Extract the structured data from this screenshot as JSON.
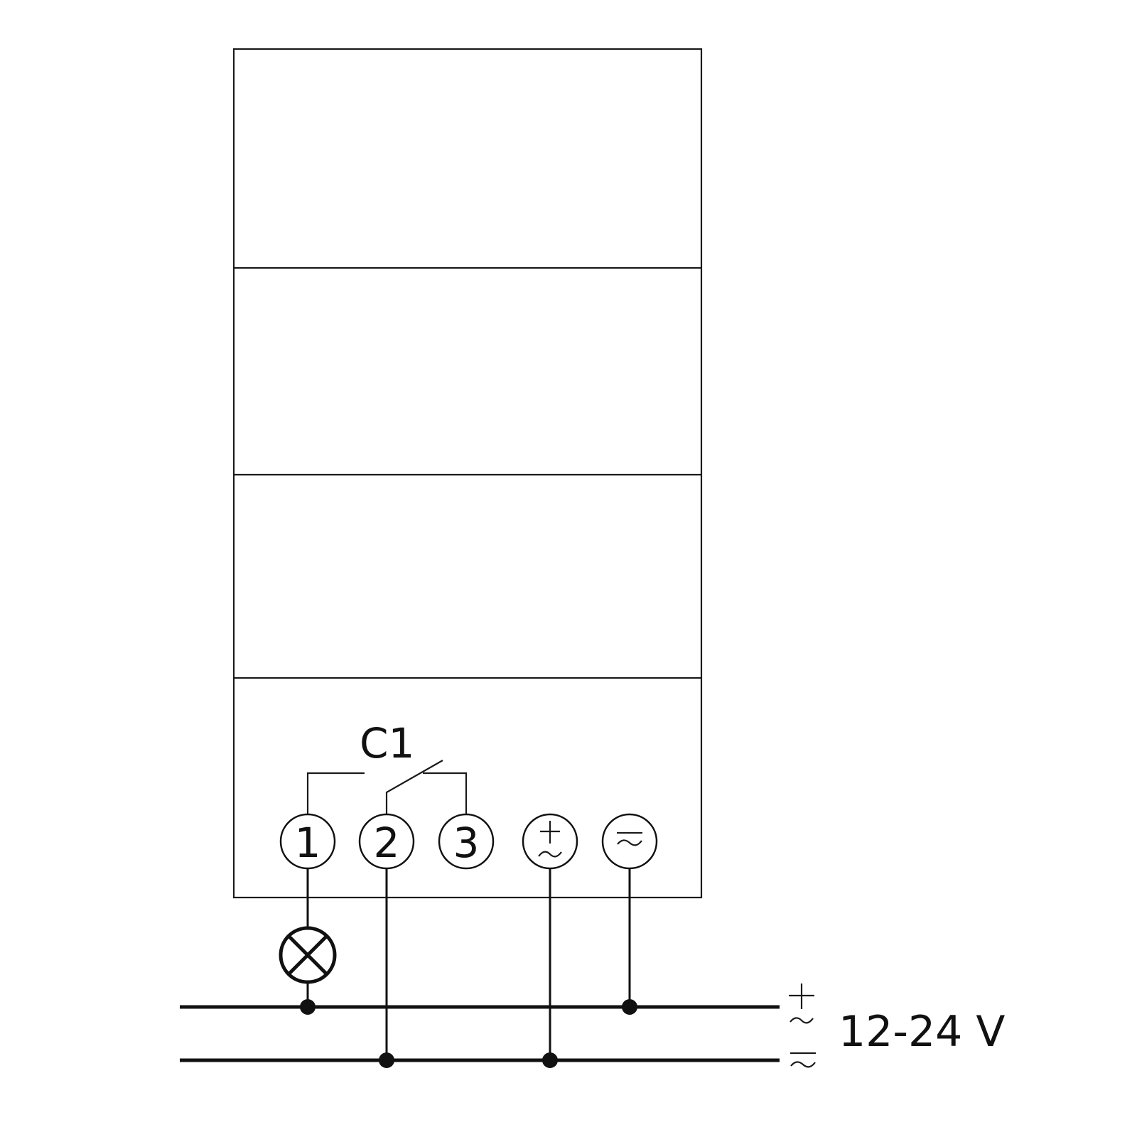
{
  "diagram": {
    "type": "wiring-diagram",
    "device": {
      "sections": 4
    },
    "contact": {
      "label": "C1",
      "type": "changeover"
    },
    "terminals": [
      {
        "id": "1",
        "label": "1"
      },
      {
        "id": "2",
        "label": "2"
      },
      {
        "id": "3",
        "label": "3"
      },
      {
        "id": "plus-ac",
        "label": "+~",
        "symbol": "plus-over-tilde"
      },
      {
        "id": "minus-ac",
        "label": "=~",
        "symbol": "bar-over-tilde"
      }
    ],
    "load": {
      "symbol": "lamp",
      "connected_to": "1"
    },
    "supply": {
      "top_rail_symbol": "+~",
      "bottom_rail_symbol": "=~",
      "voltage_label": "12-24 V"
    },
    "colors": {
      "line": "#111111",
      "background": "#ffffff"
    }
  }
}
